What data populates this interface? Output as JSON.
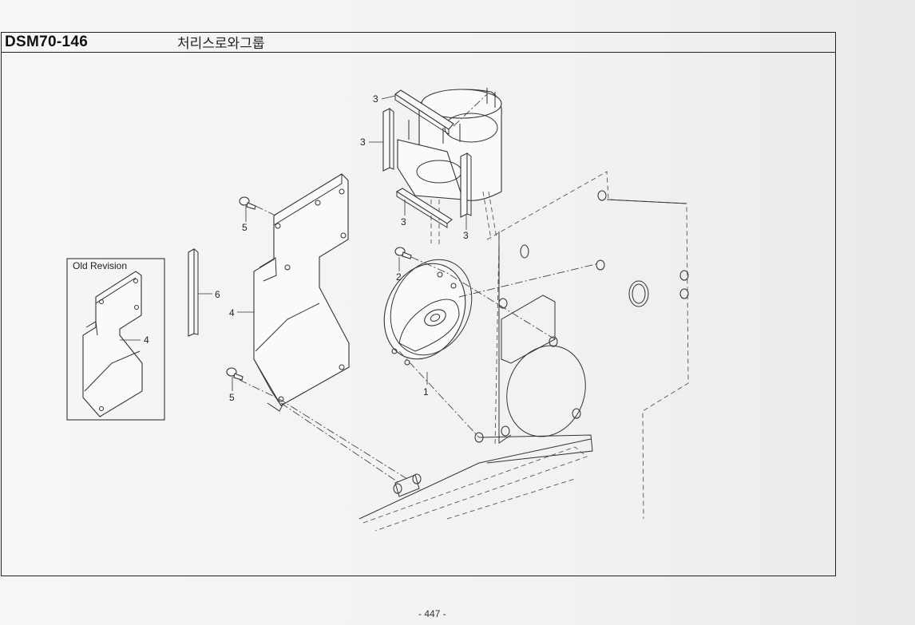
{
  "header": {
    "code": "DSM70-146",
    "title": "처리스로와그룹"
  },
  "inset": {
    "label": "Old Revision",
    "part_label": "4"
  },
  "callouts": {
    "c1": "1",
    "c2": "2",
    "c3a": "3",
    "c3b": "3",
    "c3c": "3",
    "c3d": "3",
    "c4": "4",
    "c5a": "5",
    "c5b": "5",
    "c6": "6"
  },
  "footer": {
    "page": "- 447 -"
  }
}
